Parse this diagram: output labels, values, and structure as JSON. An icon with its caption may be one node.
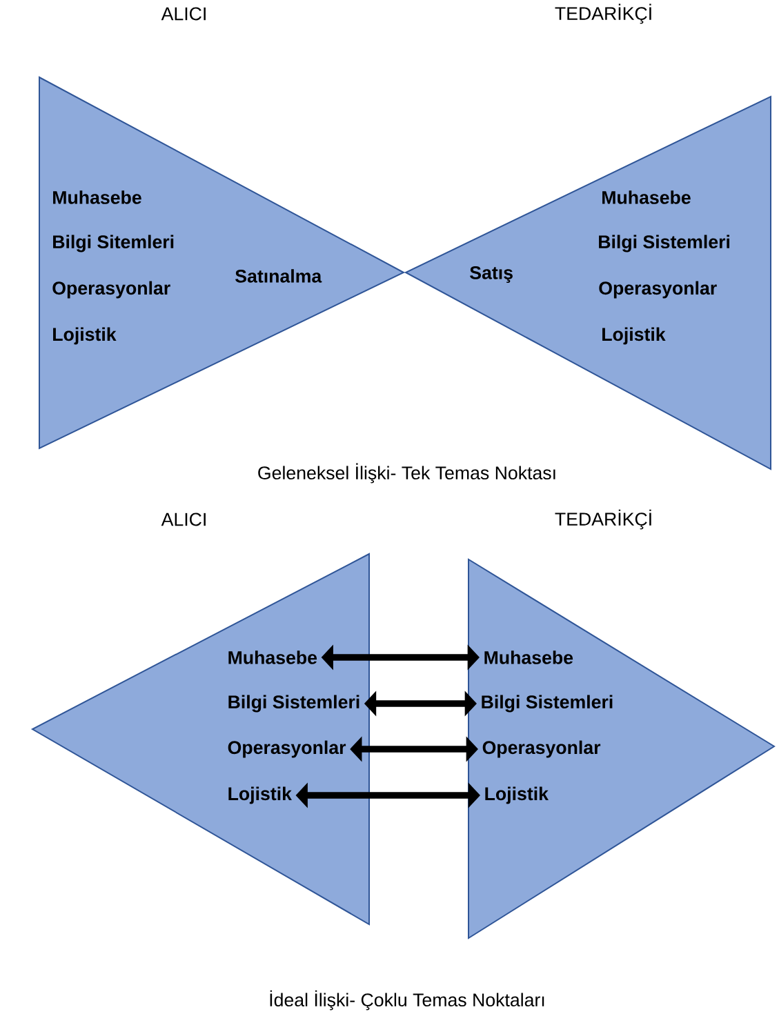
{
  "diagram": {
    "nodes": [
      {
        "text": [
          "Muhasebe",
          "Bilgi Sitemleri",
          "Operasyonlar",
          "Lojistik",
          "Satınalma"
        ]
      },
      {
        "text": [
          "Muhasebe",
          "Bilgi Sistemleri",
          "Operasyonlar",
          "Lojistik",
          "Satış"
        ]
      },
      {
        "text": [],
        "shape": "triangle"
      },
      {
        "text": [
          "Muhasebe"
        ],
        "in": 2
      },
      {
        "text": [
          "Bilgi Sistemleri"
        ],
        "in": 2
      },
      {
        "text": [
          "Operasyonlar"
        ],
        "in": 2
      },
      {
        "text": [
          "Lojistik"
        ],
        "in": 2
      },
      {
        "text": [],
        "shape": "triangle"
      },
      {
        "text": [
          "Muhasebe"
        ],
        "in": 7
      },
      {
        "text": [
          "Bilgi Sistemleri"
        ],
        "in": 7
      },
      {
        "text": [
          "Operasyonlar"
        ],
        "in": 7
      },
      {
        "text": [
          "Lojistik"
        ],
        "in": 7
      }
    ],
    "edges": [
      {
        "from": 3,
        "to": 8,
        "arrow": "both"
      },
      {
        "from": 4,
        "to": 9,
        "arrow": "both"
      },
      {
        "from": 5,
        "to": 10,
        "arrow": "both"
      },
      {
        "from": 6,
        "to": 11,
        "arrow": "both"
      }
    ],
    "labels": [
      "ALICI",
      "TEDARİKÇİ",
      "Geleneksel İlişki- Tek Temas Noktası",
      "ALICI",
      "TEDARİKÇİ",
      "İdeal İlişki- Çoklu Temas Noktaları"
    ]
  }
}
